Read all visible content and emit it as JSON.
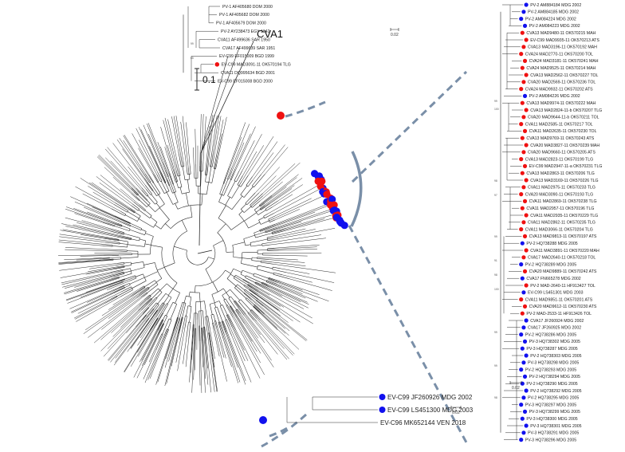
{
  "main_tree": {
    "clade_label": "CVA1",
    "scale_label": "0.1",
    "colors": {
      "red": "#ef1111",
      "blue": "#1111ee",
      "dash": "#7a8fa8",
      "branch": "#2a2a2a"
    }
  },
  "inset_top": {
    "scale_label": "0.02",
    "bootstraps": [
      "99",
      "65"
    ],
    "labels": [
      {
        "text": "PV-1 AF405680 DOM 2000",
        "dot": null
      },
      {
        "text": "PV-1 AF405682 DOM 2000",
        "dot": null
      },
      {
        "text": "PV-1 AF405679 DOM 2000",
        "dot": null
      },
      {
        "text": "PV-2 AY238473 EGY 1942",
        "dot": null
      },
      {
        "text": "CVA11 AF499636 SAR 1950",
        "dot": null
      },
      {
        "text": "CVA17 AF499639 SAR 1951",
        "dot": null
      },
      {
        "text": "EV-C99 EF015009 BGD 1999",
        "dot": null
      },
      {
        "text": "EV-C99 MAD3091-11 OK570194 TLG",
        "dot": "red"
      },
      {
        "text": "CVA11 DQ995634 BGD 2001",
        "dot": null
      },
      {
        "text": "EV-C99 EF015008 BGD 2000",
        "dot": null
      }
    ]
  },
  "inset_bottom": {
    "scale_label": "0.02",
    "labels": [
      {
        "text": "EV-C99 JF260926 MDG 2002",
        "dot": "blue"
      },
      {
        "text": "EV-C99 LS451300 MDG 2003",
        "dot": "blue"
      },
      {
        "text": "EV-C96 MK652144 VEN 2018",
        "dot": null
      }
    ]
  },
  "inset_right": {
    "scale_label": "0.02",
    "bootstraps": [
      "99",
      "100",
      "98",
      "97",
      "99",
      "91",
      "98",
      "100",
      "99",
      "99",
      "98"
    ],
    "labels": [
      {
        "text": "PV-2 AM884184 MDG 2002",
        "dot": "blue"
      },
      {
        "text": "PV-2 AM884185 MDG 2002",
        "dot": "blue"
      },
      {
        "text": "PV-2 AM084224 MDG 2002",
        "dot": "blue"
      },
      {
        "text": "PV-2 AM084223 MDG 2002",
        "dot": "blue"
      },
      {
        "text": "CVA13 MAD9480-11 OK570215 MAH",
        "dot": "red"
      },
      {
        "text": "EV-C99 MAD9935-11 OK570213 ATS",
        "dot": "red"
      },
      {
        "text": "CVA13 MAD3196-11 OK570192 MAH",
        "dot": "red"
      },
      {
        "text": "CVA24 MAD2770-11 OK570200 TOL",
        "dot": "red"
      },
      {
        "text": "CVA24 MAD3181-11 OK570241 MAH",
        "dot": "red"
      },
      {
        "text": "CVA24 MAD9525-11 OK570214 MAH",
        "dot": "red"
      },
      {
        "text": "CVA13 MAD2562-11 OK570227 TOL",
        "dot": "red"
      },
      {
        "text": "CVA20 MAD2569-11 OK570236 TOL",
        "dot": "red"
      },
      {
        "text": "CVA24 MAD9932-11 OK570202 ATS",
        "dot": "red"
      },
      {
        "text": "PV-2 AM084226 MDG 2002",
        "dot": "blue"
      },
      {
        "text": "CVA13 MAD9974-11 OK570222 MAH",
        "dot": "red"
      },
      {
        "text": "CVA13 MAD2824-11-b OK570207 TLG",
        "dot": "red"
      },
      {
        "text": "CVA20 MAD9644-11-b OK570211 TOL",
        "dot": "red"
      },
      {
        "text": "CVA11 MAD2585-11 OK570217 TOL",
        "dot": "red"
      },
      {
        "text": "CVA11 MAD2635-11 OK570230 TOL",
        "dot": "red"
      },
      {
        "text": "CVA13 MAD9769-11 OK570243 ATS",
        "dot": "red"
      },
      {
        "text": "CVA20 MAD3827-11 OK570239 MAH",
        "dot": "red"
      },
      {
        "text": "CVA20 MAD9660-11 OK570205 ATS",
        "dot": "red"
      },
      {
        "text": "CVA13 MAD2823-11 OK570199 TLG",
        "dot": "red"
      },
      {
        "text": "EV-C99 MAD2947-11-a OK570231 TLG",
        "dot": "red"
      },
      {
        "text": "CVA13 MAD2863-11 OK570206 TLG",
        "dot": "red"
      },
      {
        "text": "CVA13 MAD3169-11 OK570226 TLG",
        "dot": "red"
      },
      {
        "text": "CVA11 MAD2975-11 OK570233 TLG",
        "dot": "red"
      },
      {
        "text": "CVA20 MAD3090-11 OK570193 TLG",
        "dot": "red"
      },
      {
        "text": "CVA11 MAD2869-11 OK570238 TLG",
        "dot": "red"
      },
      {
        "text": "CVA11 MAD2957-11 OK570196 TLG",
        "dot": "red"
      },
      {
        "text": "CVA11 MAD2935-11 OK570229 TLG",
        "dot": "red"
      },
      {
        "text": "CVA11 MAD2862-11 OK570235 TLG",
        "dot": "red"
      },
      {
        "text": "CVA11 MAD3066-11 OK570204 TLG",
        "dot": "red"
      },
      {
        "text": "CVA13 MAD9813-11 OK570197 ATS",
        "dot": "red"
      },
      {
        "text": "PV-2 HQ738288 MDG 2005",
        "dot": "blue"
      },
      {
        "text": "CVA11 MAD3891-11 OK570220 MAH",
        "dot": "red"
      },
      {
        "text": "CVA17 MAD2640-11 OK570218 TOL",
        "dot": "red"
      },
      {
        "text": "PV-2 HQ738289 MDG 2005",
        "dot": "blue"
      },
      {
        "text": "CVA20 MAD9889-11 OK570242 ATS",
        "dot": "red"
      },
      {
        "text": "CVA17 FN665278 MDG 2002",
        "dot": "blue"
      },
      {
        "text": "PV-2 MAD-2640-11 HF913427 TOL",
        "dot": "red"
      },
      {
        "text": "EV-C99 LS451301 MDG 2003",
        "dot": "blue"
      },
      {
        "text": "CVA11 MAD9851-11 OK570201 ATS",
        "dot": "red"
      },
      {
        "text": "CVA20 MAD9612-11 OK570230 ATS",
        "dot": "red"
      },
      {
        "text": "PV-2 MAD-2533-11 HF913426 TOL",
        "dot": "red"
      },
      {
        "text": "CVA17 JF260924 MDG 2002",
        "dot": "blue"
      },
      {
        "text": "CVA17 JF260925 MDG 2002",
        "dot": "blue"
      },
      {
        "text": "PV-2 HQ738286 MDG 2005",
        "dot": "blue"
      },
      {
        "text": "PV-3 HQ738302 MDG 2005",
        "dot": "blue"
      },
      {
        "text": "PV-3 HQ738287 MDG 2005",
        "dot": "blue"
      },
      {
        "text": "PV-2 HQ738303 MDG 2005",
        "dot": "blue"
      },
      {
        "text": "PV-3 HQ738298 MDG 2005",
        "dot": "blue"
      },
      {
        "text": "PV-2 HQ738293 MDG 2005",
        "dot": "blue"
      },
      {
        "text": "PV-2 HQ738294 MDG 2005",
        "dot": "blue"
      },
      {
        "text": "PV-2 HQ738290 MDG 2005",
        "dot": "blue"
      },
      {
        "text": "PV-2 HQ738292 MDG 2005",
        "dot": "blue"
      },
      {
        "text": "PV-2 HQ738295 MDG 2005",
        "dot": "blue"
      },
      {
        "text": "PV-3 HQ738297 MDG 2005",
        "dot": "blue"
      },
      {
        "text": "PV-3 HQ738299 MDG 2005",
        "dot": "blue"
      },
      {
        "text": "PV-3 HQ738300 MDG 2005",
        "dot": "blue"
      },
      {
        "text": "PV-3 HQ738301 MDG 2005",
        "dot": "blue"
      },
      {
        "text": "PV-3 HQ738291 MDG 2005",
        "dot": "blue"
      },
      {
        "text": "PV-3 HQ738296 MDG 2005",
        "dot": "blue"
      }
    ]
  }
}
